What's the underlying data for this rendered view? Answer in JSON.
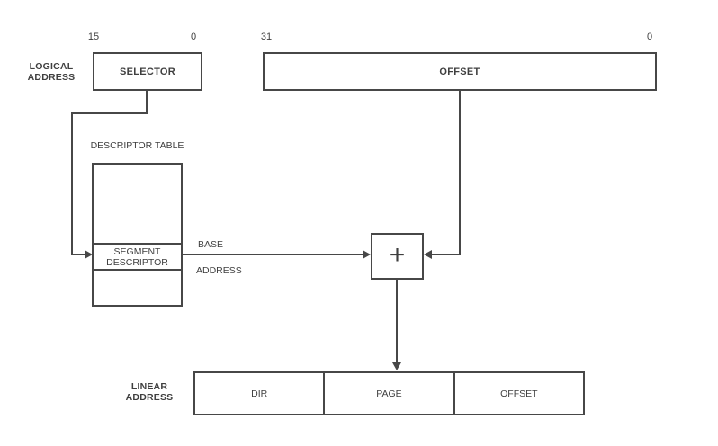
{
  "colors": {
    "line": "#474747",
    "text": "#3f3f3f",
    "background": "#ffffff"
  },
  "logical_address": {
    "label": "LOGICAL ADDRESS",
    "selector": {
      "label": "SELECTOR",
      "bit_high": "15",
      "bit_low": "0"
    },
    "offset": {
      "label": "OFFSET",
      "bit_high": "31",
      "bit_low": "0"
    }
  },
  "descriptor_table": {
    "title": "DESCRIPTOR TABLE",
    "entry": "SEGMENT DESCRIPTOR"
  },
  "base_address": {
    "word1": "BASE",
    "word2": "ADDRESS"
  },
  "adder": {
    "symbol": "+"
  },
  "linear_address": {
    "label": "LINEAR ADDRESS",
    "cells": [
      "DIR",
      "PAGE",
      "OFFSET"
    ]
  }
}
